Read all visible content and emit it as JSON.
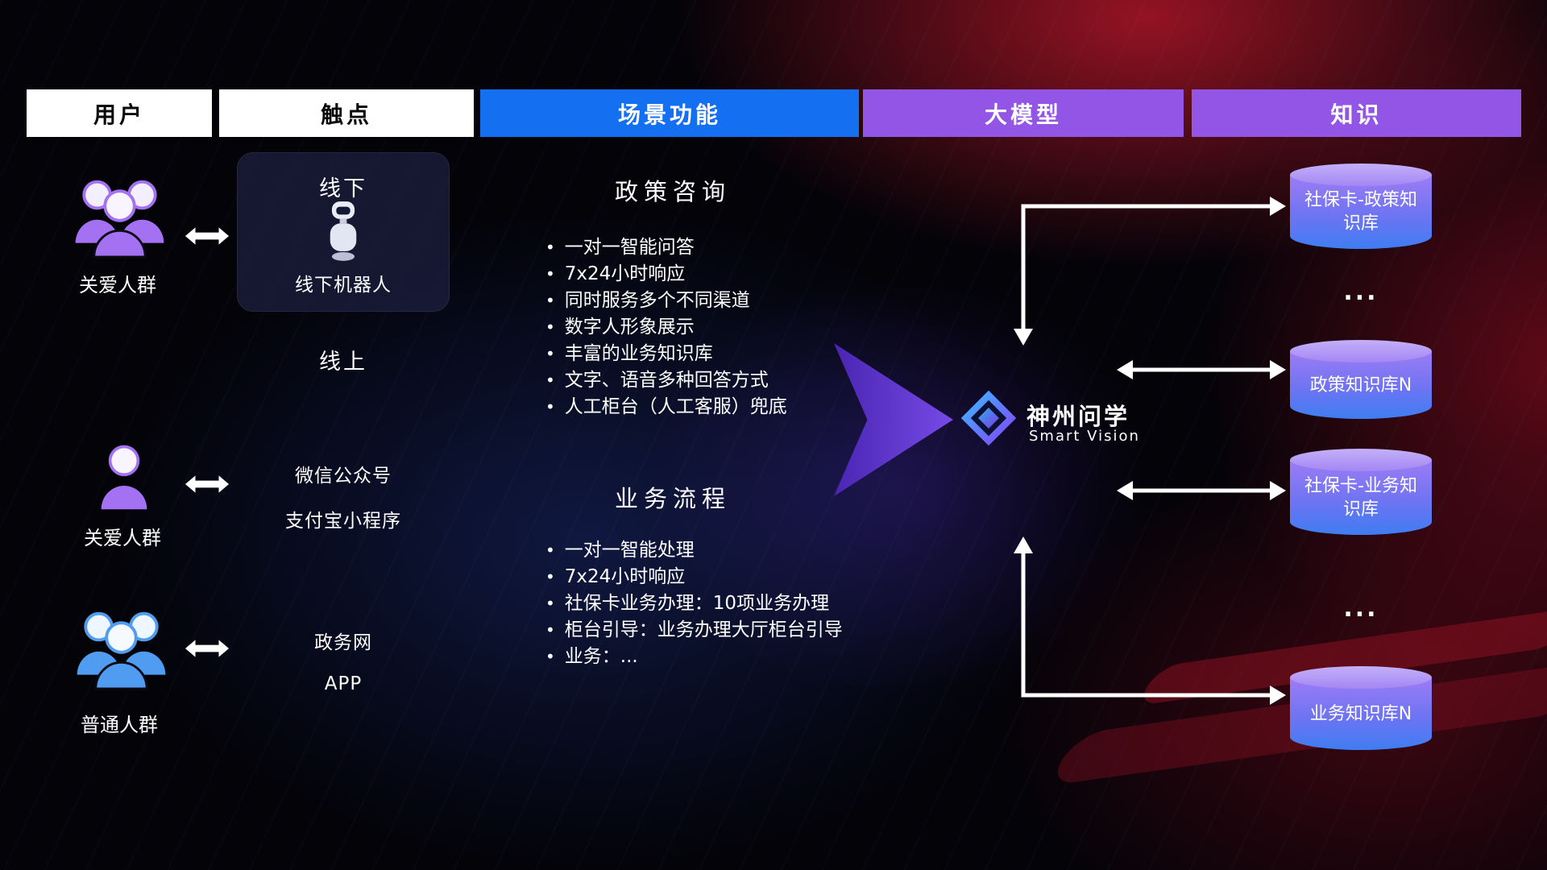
{
  "headers": [
    {
      "label": "用户"
    },
    {
      "label": "触点"
    },
    {
      "label": "场景功能"
    },
    {
      "label": "大模型"
    },
    {
      "label": "知识"
    }
  ],
  "users": [
    {
      "label": "关爱人群"
    },
    {
      "label": "关爱人群"
    },
    {
      "label": "普通人群"
    }
  ],
  "touchpoints": {
    "offline_label": "线下",
    "robot_label": "线下机器人",
    "online_label": "线上",
    "wechat_label": "微信公众号",
    "alipay_label": "支付宝小程序",
    "gov_label": "政务网",
    "app_label": "APP"
  },
  "functions": [
    {
      "title": "政策咨询",
      "items": [
        "一对一智能问答",
        "7x24小时响应",
        "同时服务多个不同渠道",
        "数字人形象展示",
        "丰富的业务知识库",
        "文字、语音多种回答方式",
        "人工柜台（人工客服）兜底"
      ]
    },
    {
      "title": "业务流程",
      "items": [
        "一对一智能处理",
        "7x24小时响应",
        "社保卡业务办理：10项业务办理",
        "柜台引导：业务办理大厅柜台引导",
        "业务：..."
      ]
    }
  ],
  "model": {
    "name": "神州问学",
    "subtitle": "Smart Vision"
  },
  "knowledge": {
    "bases": [
      {
        "label": "社保卡-政策知识库"
      },
      {
        "label": "政策知识库N"
      },
      {
        "label": "社保卡-业务知识库"
      },
      {
        "label": "业务知识库N"
      }
    ],
    "ellipsis": "..."
  },
  "colors": {
    "header_blue": "#1470f0",
    "header_purple": "#9355e6",
    "cylinder_purple": "#9d7cf5",
    "cylinder_blue": "#3f7df2",
    "user_purple": "#a471f2",
    "user_blue": "#4f9cf0",
    "arrow_purple": "#6b3af0",
    "line_white": "#ffffff"
  }
}
